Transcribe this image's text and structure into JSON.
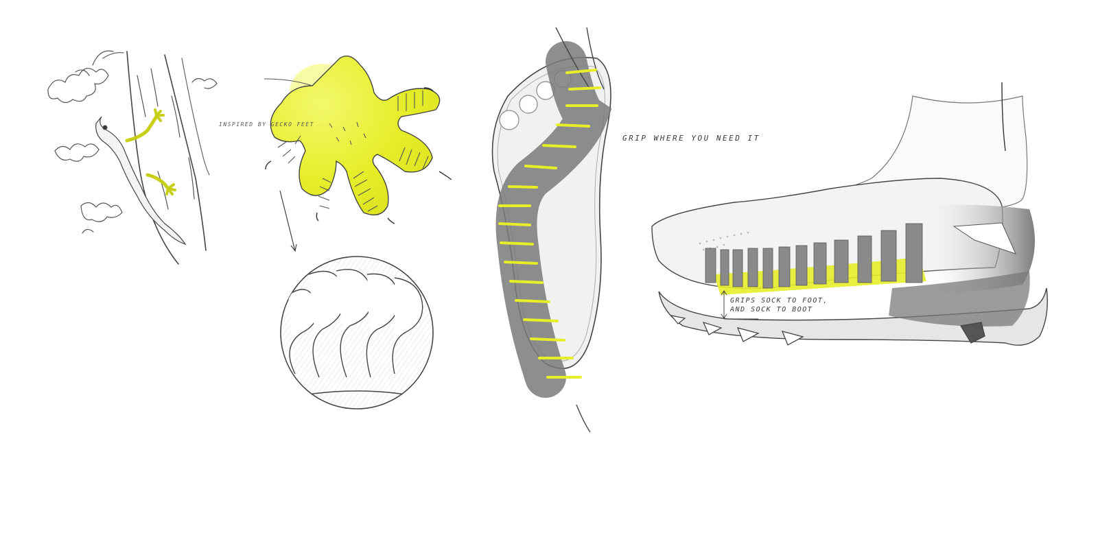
{
  "annotations": {
    "gecko": "inspired by gecko feet",
    "grip": "grip where you need it",
    "sock_line1": "grips sock to foot,",
    "sock_line2": "and sock to boot"
  },
  "colors": {
    "accent": "#e6ee2a",
    "pencil": "#333333",
    "shade": "#7a7a7a",
    "light_shade": "#d8d8d8"
  }
}
